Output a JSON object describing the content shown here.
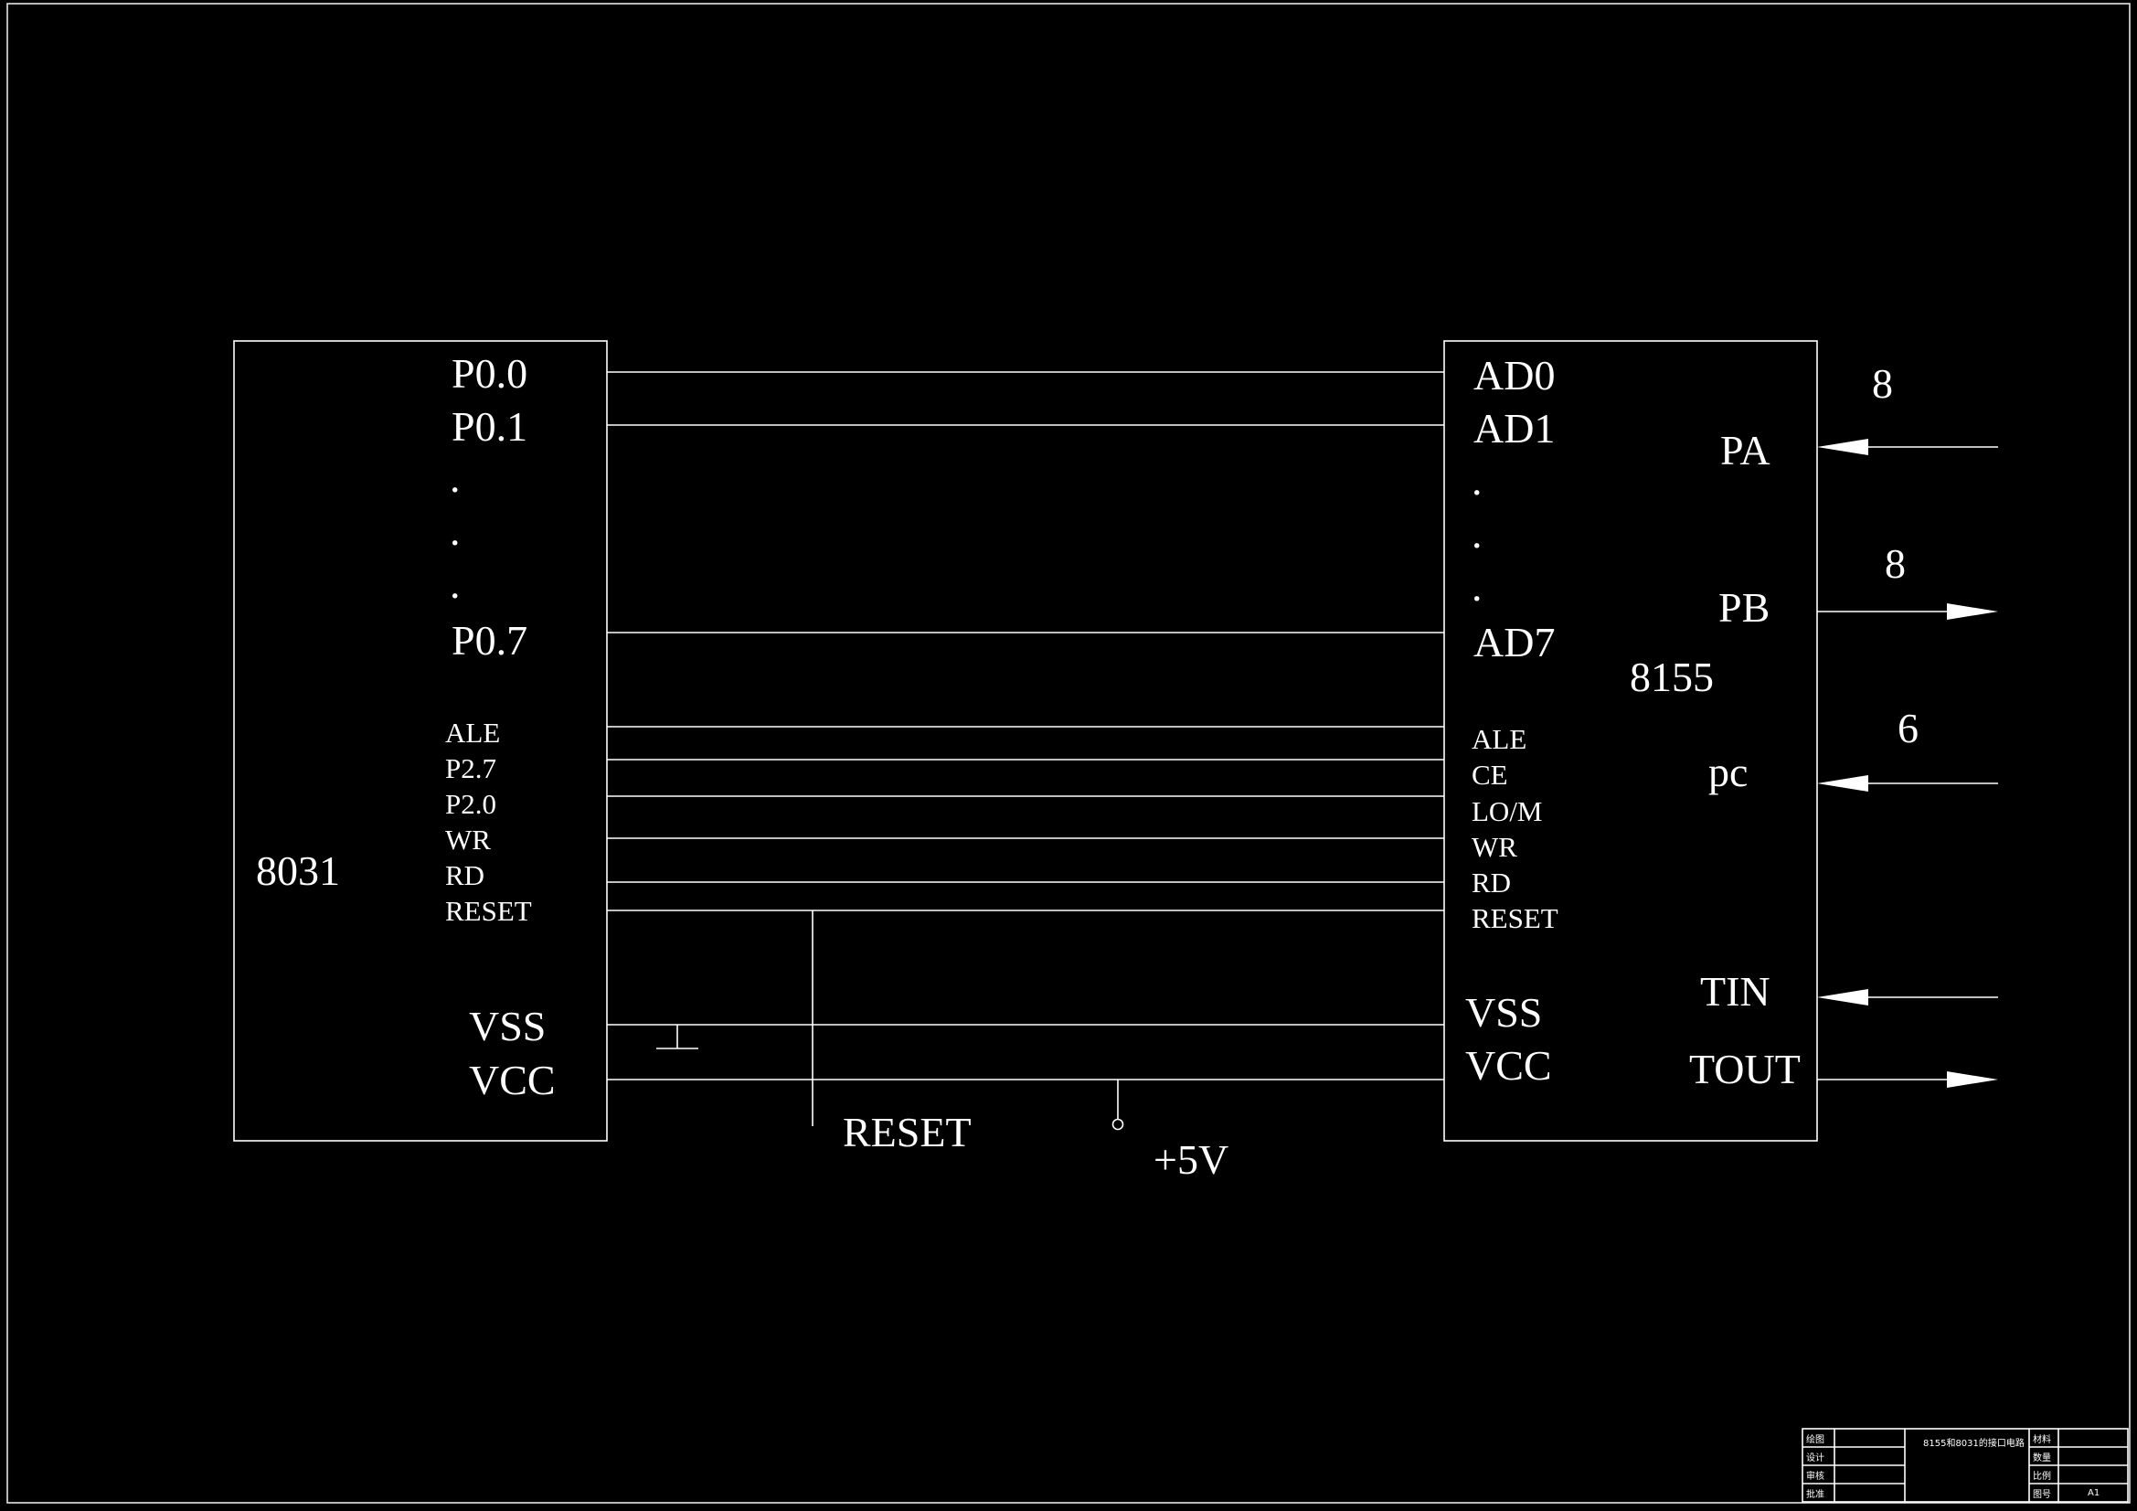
{
  "chip_8031": {
    "name": "8031",
    "pins_upper": [
      "P0.0",
      "P0.1",
      ".",
      ".",
      ".",
      "P0.7"
    ],
    "pins_control": [
      "ALE",
      "P2.7",
      "P2.0",
      "WR",
      "RD",
      "RESET"
    ],
    "pins_power": [
      "VSS",
      "VCC"
    ]
  },
  "chip_8155": {
    "name": "8155",
    "pins_upper": [
      "AD0",
      "AD1",
      ".",
      ".",
      ".",
      "AD7"
    ],
    "pins_control": [
      "ALE",
      "CE",
      "LO/M",
      "WR",
      "RD",
      "RESET"
    ],
    "pins_power": [
      "VSS",
      "VCC"
    ],
    "ports": [
      "PA",
      "PB",
      "pc",
      "TIN",
      "TOUT"
    ],
    "port_widths": [
      "8",
      "8",
      "6"
    ]
  },
  "net_labels": {
    "reset": "RESET",
    "vplus": "+5V"
  },
  "title_block": {
    "drawing_title": "8155和8031的接口电路",
    "scale_value": "A1",
    "left_labels": [
      "绘图",
      "设计",
      "审核",
      "批准"
    ],
    "right_labels": [
      "材料",
      "数量",
      "比例",
      "图号"
    ]
  },
  "colors": {
    "background": "#000000",
    "line": "#ffffff"
  }
}
